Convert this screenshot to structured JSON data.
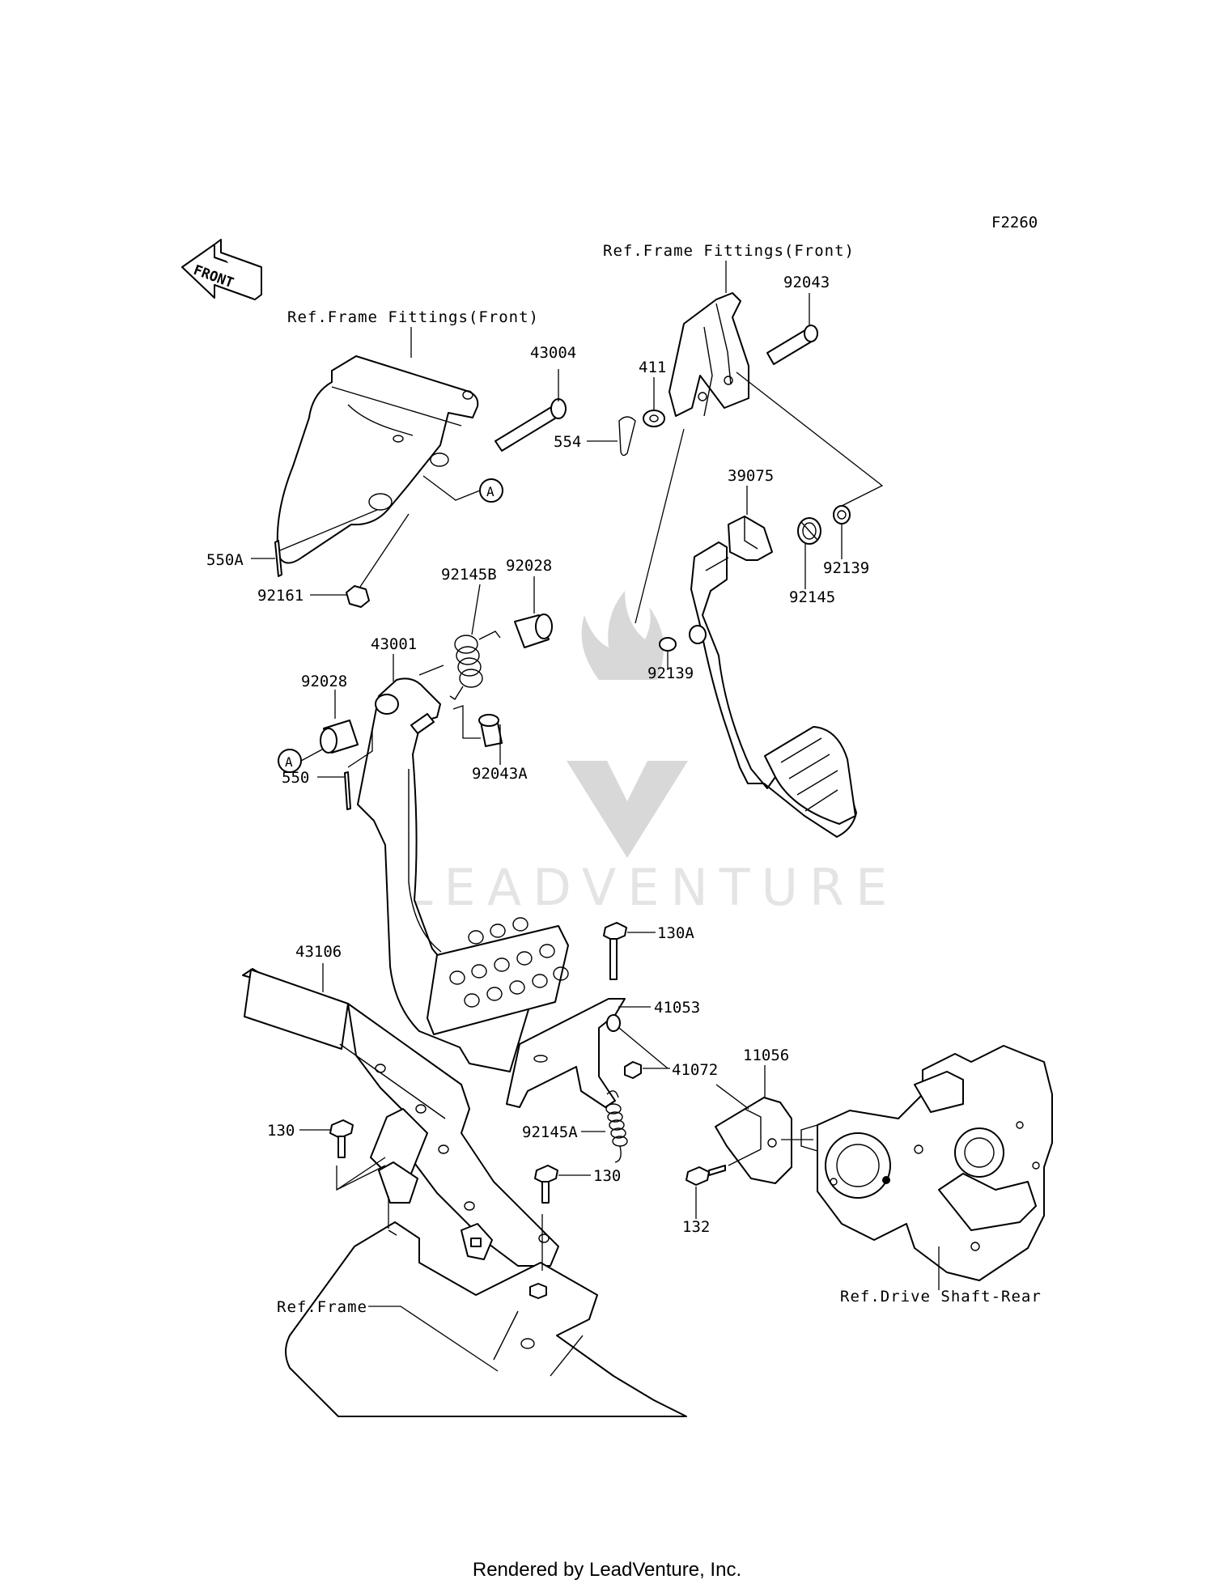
{
  "diagram_code": "F2260",
  "front_arrow_text": "FRONT",
  "watermark": "LEADVENTURE",
  "footer": "Rendered by LeadVenture, Inc.",
  "refs": {
    "frame_fittings_left": "Ref.Frame Fittings(Front)",
    "frame_fittings_right": "Ref.Frame Fittings(Front)",
    "frame": "Ref.Frame",
    "drive_shaft": "Ref.Drive Shaft-Rear"
  },
  "callout_A": "A",
  "parts": {
    "p43004": "43004",
    "p554": "554",
    "p411": "411",
    "p92043": "92043",
    "p39075": "39075",
    "p92145": "92145",
    "p92139_right": "92139",
    "p92139_left": "92139",
    "p550A": "550A",
    "p92161": "92161",
    "p92028_top": "92028",
    "p92145B": "92145B",
    "p43001": "43001",
    "p92028_left": "92028",
    "p92043A": "92043A",
    "p550": "550",
    "p43106": "43106",
    "p130A": "130A",
    "p41053": "41053",
    "p41072": "41072",
    "p11056": "11056",
    "p92145A": "92145A",
    "p130_left": "130",
    "p130_right": "130",
    "p132": "132"
  }
}
